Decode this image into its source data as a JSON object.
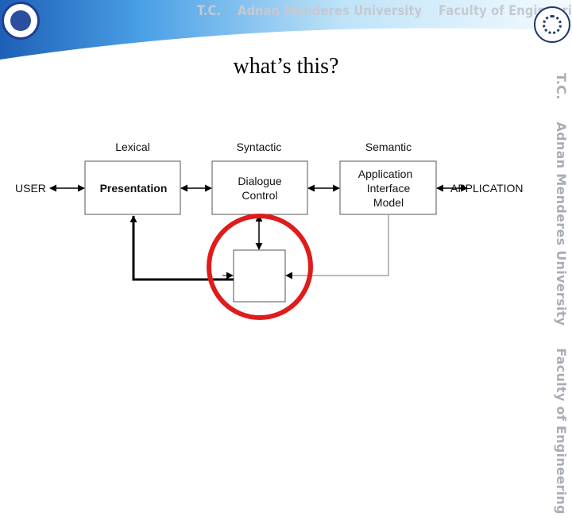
{
  "header": {
    "institution": "T.C.",
    "university": "Adnan Menderes University",
    "faculty": "Faculty of Engineering"
  },
  "side_banner": {
    "institution": "T.C.",
    "university": "Adnan Menderes University",
    "faculty": "Faculty of Engineering"
  },
  "slide": {
    "title": "what’s this?"
  },
  "diagram": {
    "layers": {
      "lexical": "Lexical",
      "syntactic": "Syntactic",
      "semantic": "Semantic"
    },
    "endpoints": {
      "user": "USER",
      "application": "APPLICATION"
    },
    "boxes": {
      "presentation": "Presentation",
      "dialogue_line1": "Dialogue",
      "dialogue_line2": "Control",
      "app_line1": "Application",
      "app_line2": "Interface",
      "app_line3": "Model"
    },
    "highlight_color": "#e01b1b"
  }
}
